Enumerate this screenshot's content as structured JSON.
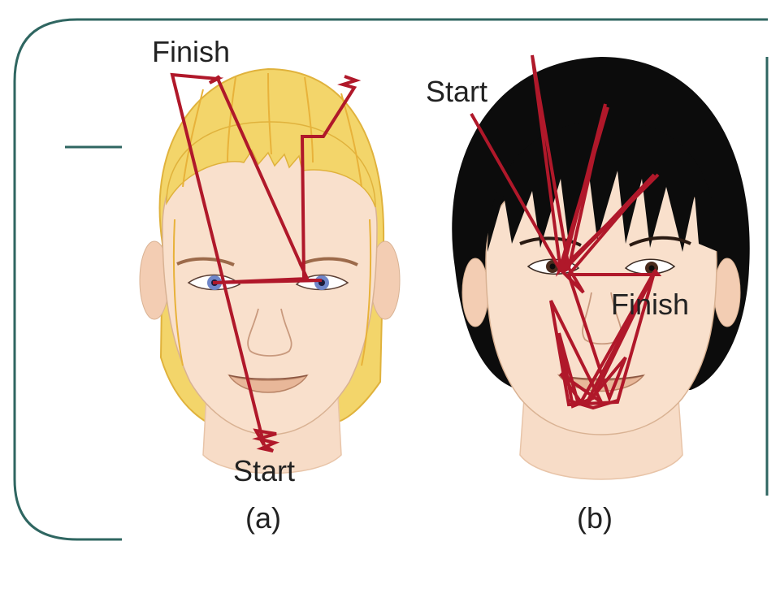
{
  "panels": [
    {
      "caption": "(a)",
      "start_label": "Start",
      "finish_label": "Finish"
    },
    {
      "caption": "(b)",
      "start_label": "Start",
      "finish_label": "Finish"
    }
  ],
  "colors": {
    "frame": "#2f6661",
    "scanpath": "#b0182a",
    "hair_blonde": "#f3d56a",
    "hair_black": "#0c0c0c",
    "skin": "#f7dcc7"
  },
  "icons": [
    "face-blonde-illustration",
    "face-dark-hair-illustration",
    "eye-scanpath"
  ]
}
